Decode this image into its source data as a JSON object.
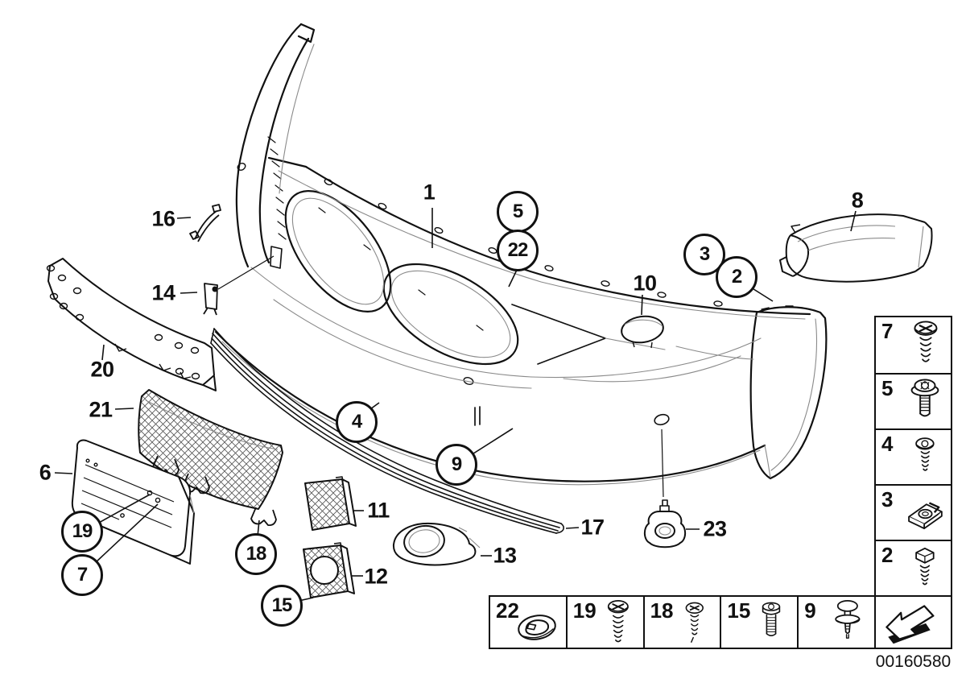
{
  "colors": {
    "ink": "#111111",
    "paper": "#ffffff"
  },
  "diagram": {
    "callouts": [
      {
        "label": "1",
        "circled": false
      },
      {
        "label": "5",
        "circled": true
      },
      {
        "label": "22",
        "circled": true
      },
      {
        "label": "3",
        "circled": true
      },
      {
        "label": "2",
        "circled": true
      },
      {
        "label": "10",
        "circled": false
      },
      {
        "label": "8",
        "circled": false
      },
      {
        "label": "16",
        "circled": false
      },
      {
        "label": "14",
        "circled": false
      },
      {
        "label": "20",
        "circled": false
      },
      {
        "label": "21",
        "circled": false
      },
      {
        "label": "6",
        "circled": false
      },
      {
        "label": "19",
        "circled": true
      },
      {
        "label": "7",
        "circled": true
      },
      {
        "label": "18",
        "circled": true
      },
      {
        "label": "11",
        "circled": false
      },
      {
        "label": "12",
        "circled": false
      },
      {
        "label": "15",
        "circled": true
      },
      {
        "label": "13",
        "circled": false
      },
      {
        "label": "17",
        "circled": false
      },
      {
        "label": "4",
        "circled": true
      },
      {
        "label": "9",
        "circled": true
      },
      {
        "label": "23",
        "circled": false
      }
    ]
  },
  "legend_right": {
    "cells": [
      {
        "label": "7",
        "icon": "phillips-screw"
      },
      {
        "label": "5",
        "icon": "torx-flange-screw"
      },
      {
        "label": "4",
        "icon": "torx-screw"
      },
      {
        "label": "3",
        "icon": "clip-nut"
      },
      {
        "label": "2",
        "icon": "hex-bolt"
      },
      {
        "label": "",
        "icon": "direction-arrow"
      }
    ]
  },
  "legend_bottom": {
    "cells": [
      {
        "label": "22",
        "icon": "grommet-seal"
      },
      {
        "label": "19",
        "icon": "phillips-screw"
      },
      {
        "label": "18",
        "icon": "phillips-screw"
      },
      {
        "label": "15",
        "icon": "torx-cylinder-screw"
      },
      {
        "label": "9",
        "icon": "expanding-rivet"
      }
    ]
  },
  "footer": {
    "drawing_number": "00160580"
  }
}
